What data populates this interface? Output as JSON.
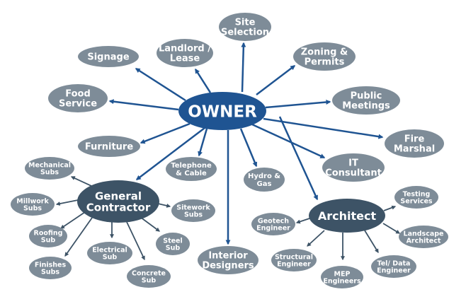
{
  "colors": {
    "background": "#ffffff",
    "node_fill": "#7e8c98",
    "main_hub_fill": "#1f5492",
    "secondary_hub_fill": "#3d5366",
    "owner_arrow": "#1f5492",
    "sub_arrow": "#3d5366",
    "label_text": "#ffffff"
  },
  "hubs": {
    "owner": {
      "label": "OWNER"
    },
    "general_contractor": {
      "label": "General\nContractor"
    },
    "architect": {
      "label": "Architect"
    }
  },
  "owner_nodes": {
    "site_selection": "Site\nSelection",
    "landlord_lease": "Landlord /\nLease",
    "signage": "Signage",
    "zoning_permits": "Zoning &\nPermits",
    "food_service": "Food\nService",
    "public_meetings": "Public\nMeetings",
    "furniture": "Furniture",
    "fire_marshal": "Fire\nMarshal",
    "telephone_cable": "Telephone\n& Cable",
    "hydro_gas": "Hydro &\nGas",
    "it_consultant": "IT\nConsultant",
    "interior_designers": "Interior\nDesigners"
  },
  "contractor_nodes": {
    "mechanical_subs": "Mechanical\nSubs",
    "millwork_subs": "Millwork\nSubs",
    "roofing_sub": "Roofing\nSub",
    "finishes_subs": "Finishes\nSubs",
    "electrical_sub": "Electrical\nSub",
    "concrete_sub": "Concrete\nSub",
    "steel_sub": "Steel\nSub",
    "sitework_subs": "Sitework\nSubs"
  },
  "architect_nodes": {
    "testing_services": "Testing\nServices",
    "geotech_engineer": "Geotech\nEngineer",
    "landscape_architect": "Landscape\nArchitect",
    "structural_engineer": "Structural\nEngineer",
    "mep_engineers": "MEP\nEngineers",
    "tel_data_engineer": "Tel/ Data\nEngineer"
  }
}
